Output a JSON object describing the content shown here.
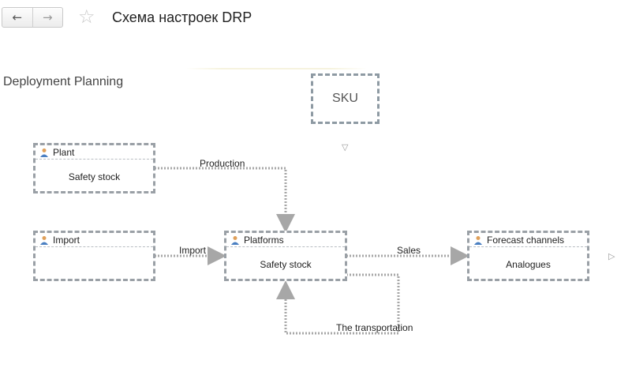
{
  "toolbar": {
    "back_label": "←",
    "forward_label": "→",
    "favorite_icon": "☆",
    "title": "Схема настроек DRP"
  },
  "diagram": {
    "section_title": "Deployment Planning",
    "sku_label": "SKU",
    "nodes": {
      "plant": {
        "title": "Plant",
        "body": "Safety stock"
      },
      "import": {
        "title": "Import",
        "body": ""
      },
      "platforms": {
        "title": "Platforms",
        "body": "Safety stock"
      },
      "forecast": {
        "title": "Forecast channels",
        "body": "Analogues"
      }
    },
    "edges": {
      "production": "Production",
      "import": "Import",
      "sales": "Sales",
      "transportation": "The transportation"
    },
    "scroll_down_marker": "▽",
    "scroll_right_marker": "▷"
  },
  "colors": {
    "border": "#9aa0a6",
    "connector": "#a7a7a7",
    "user_icon_body": "#4a7fc1",
    "user_icon_head": "#e0a05a"
  }
}
